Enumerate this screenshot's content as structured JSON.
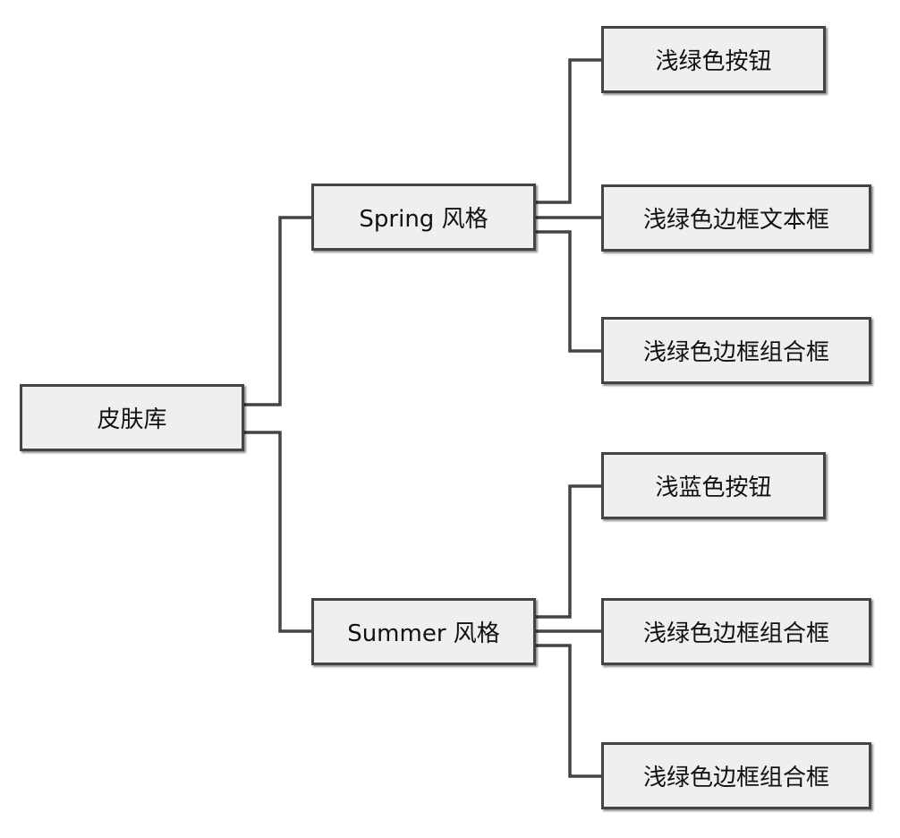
{
  "tree": {
    "root": {
      "label": "皮肤库"
    },
    "branches": [
      {
        "label": "Spring 风格",
        "children": [
          "浅绿色按钮",
          "浅绿色边框文本框",
          "浅绿色边框组合框"
        ]
      },
      {
        "label": "Summer 风格",
        "children": [
          "浅蓝色按钮",
          "浅绿色边框组合框",
          "浅绿色边框组合框"
        ]
      }
    ]
  },
  "colors": {
    "node_fill": "#efefef",
    "node_border": "#444444",
    "connector": "#444444"
  }
}
